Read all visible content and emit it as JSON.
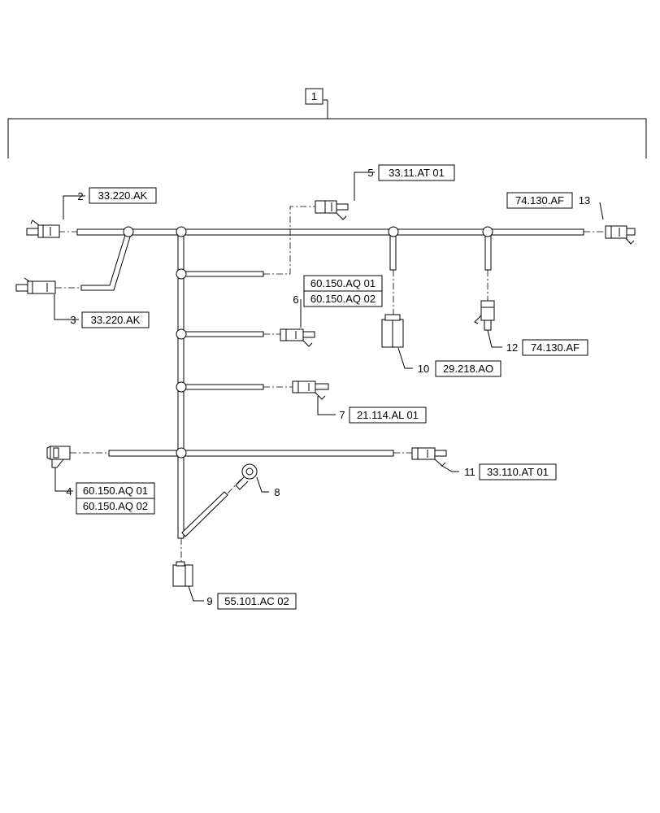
{
  "callouts": {
    "c1": {
      "num": "1"
    },
    "c2": {
      "num": "2",
      "ref": "33.220.AK"
    },
    "c3": {
      "num": "3",
      "ref": "33.220.AK"
    },
    "c4": {
      "num": "4",
      "ref1": "60.150.AQ 01",
      "ref2": "60.150.AQ 02"
    },
    "c5": {
      "num": "5",
      "ref": "33.11.AT 01"
    },
    "c6": {
      "num": "6",
      "ref1": "60.150.AQ 01",
      "ref2": "60.150.AQ 02"
    },
    "c7": {
      "num": "7",
      "ref": "21.114.AL 01"
    },
    "c8": {
      "num": "8"
    },
    "c9": {
      "num": "9",
      "ref": "55.101.AC 02"
    },
    "c10": {
      "num": "10",
      "ref": "29.218.AO"
    },
    "c11": {
      "num": "11",
      "ref": "33.110.AT 01"
    },
    "c12": {
      "num": "12",
      "ref": "74.130.AF"
    },
    "c13": {
      "num": "13",
      "ref": "74.130.AF"
    }
  }
}
